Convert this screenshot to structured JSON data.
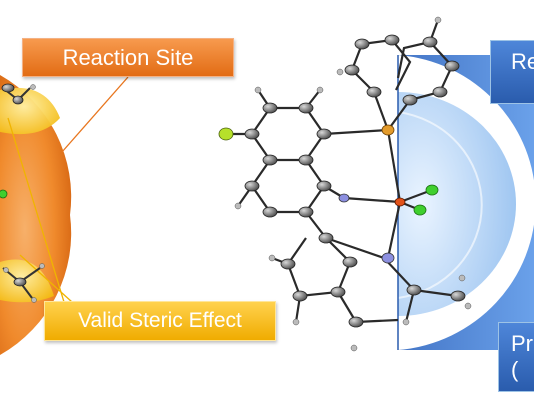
{
  "labels": {
    "reaction_site": "Reaction Site",
    "valid_steric_effect": "Valid Steric Effect",
    "right_top_partial": "Re",
    "right_bottom_partial_line1": "Pr",
    "right_bottom_partial_line2": "("
  },
  "colors": {
    "orange_sphere": "#f08a2c",
    "yellow_cap": "#f6c11d",
    "blue_shield_outer": "#3a78d4",
    "blue_shield_inner": "#aed0f4",
    "orange_label": "#e87722",
    "yellow_label": "#f5b800",
    "blue_label": "#3468c0",
    "cobalt_atom": "#e2521a",
    "phosphorus_atom": "#e39b2b",
    "nitrogen_atom": "#8c8fe0",
    "chlorine_atom": "#3fcf2e",
    "fluorine_atom": "#b6e02a"
  }
}
